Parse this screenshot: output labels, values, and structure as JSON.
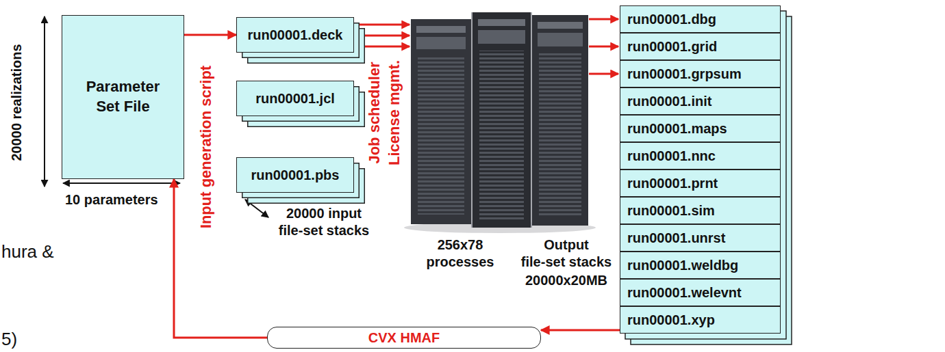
{
  "diagram": {
    "nodes": [
      {
        "text": [
          "Parameter Set File"
        ]
      },
      {
        "text": [
          "run00001.deck"
        ]
      },
      {
        "text": [
          "run00001.jcl"
        ]
      },
      {
        "text": [
          "run00001.pbs"
        ]
      },
      {
        "text": [
          "run00001.dbg"
        ]
      },
      {
        "text": [
          "run00001.grid"
        ]
      },
      {
        "text": [
          "run00001.grpsum"
        ]
      },
      {
        "text": [
          "run00001.init"
        ]
      },
      {
        "text": [
          "run00001.maps"
        ]
      },
      {
        "text": [
          "run00001.nnc"
        ]
      },
      {
        "text": [
          "run00001.prnt"
        ]
      },
      {
        "text": [
          "run00001.sim"
        ]
      },
      {
        "text": [
          "run00001.unrst"
        ]
      },
      {
        "text": [
          "run00001.weldbg"
        ]
      },
      {
        "text": [
          "run00001.welevnt"
        ]
      },
      {
        "text": [
          "run00001.xyp"
        ]
      },
      {
        "text": [
          "CVX HMAF"
        ]
      }
    ],
    "edges": [
      {
        "from": 0,
        "to": 1,
        "arrow": "to"
      },
      {
        "from": 15,
        "to": 16,
        "arrow": "to"
      },
      {
        "from": 16,
        "to": 0,
        "arrow": "to"
      }
    ],
    "labels": [
      "20000 realizations",
      "10 parameters",
      "Input generation script",
      "20000 input file-set stacks",
      "Job scheduler",
      "License mgmt.",
      "256x78 processes",
      "Output",
      "file-set stacks",
      "20000x20MB",
      "hura &",
      "5)"
    ]
  }
}
